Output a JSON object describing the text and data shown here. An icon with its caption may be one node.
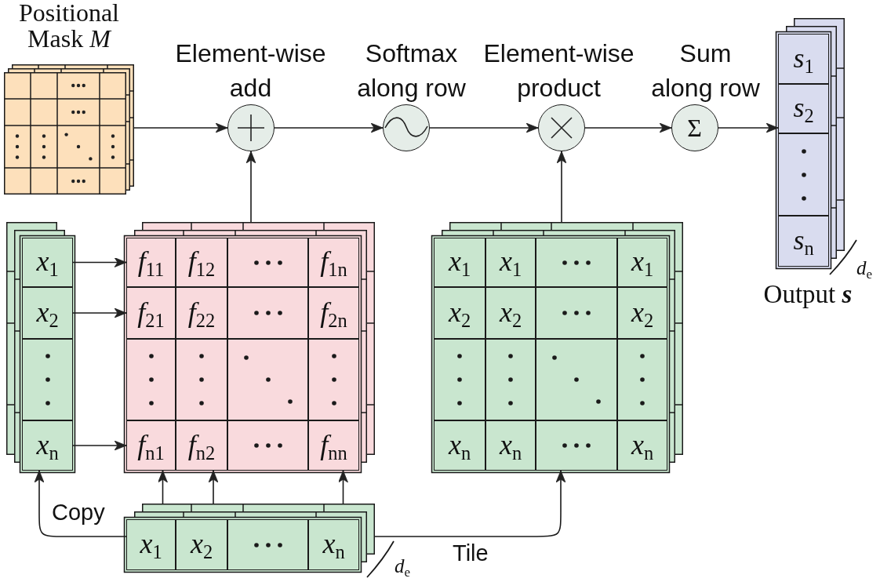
{
  "diagram": {
    "nodes": [
      {
        "text": [
          "Positional Mask *M*"
        ]
      },
      {
        "text": [
          "Element-wise add"
        ]
      },
      {
        "text": [
          "Softmax along row"
        ]
      },
      {
        "text": [
          "Element-wise product"
        ]
      },
      {
        "text": [
          "Sum along row",
          "Σ"
        ]
      },
      {
        "text": [
          "Output **s**"
        ],
        "beside": [
          "*d*$_{e}$"
        ]
      },
      {
        "text": [
          "*s*$_{1}$"
        ],
        "in": 5
      },
      {
        "text": [
          "*s*$_{2}$"
        ],
        "in": 5
      },
      {
        "text": [],
        "shape": "box",
        "in": 5
      },
      {
        "text": [
          "*s*$_{n}$"
        ],
        "in": 5
      },
      {
        "text": [],
        "shape": "box"
      },
      {
        "text": [
          "*x*$_{1}$"
        ],
        "in": 10
      },
      {
        "text": [
          "*x*$_{2}$"
        ],
        "in": 10
      },
      {
        "text": [],
        "shape": "box",
        "in": 10
      },
      {
        "text": [
          "*x*$_{n}$"
        ],
        "in": 10
      },
      {
        "text": [],
        "shape": "box"
      },
      {
        "text": [
          "*f*$_{11}$"
        ],
        "in": 15
      },
      {
        "text": [
          "*f*$_{12}$"
        ],
        "in": 15
      },
      {
        "text": [],
        "shape": "box",
        "in": 15
      },
      {
        "text": [
          "*f*$_{1n}$"
        ],
        "in": 15
      },
      {
        "text": [
          "*f*$_{21}$"
        ],
        "in": 15
      },
      {
        "text": [
          "*f*$_{22}$"
        ],
        "in": 15
      },
      {
        "text": [],
        "shape": "box",
        "in": 15
      },
      {
        "text": [
          "*f*$_{2n}$"
        ],
        "in": 15
      },
      {
        "text": [],
        "shape": "box",
        "in": 15
      },
      {
        "text": [],
        "shape": "box",
        "in": 15
      },
      {
        "text": [],
        "shape": "box",
        "in": 15
      },
      {
        "text": [],
        "shape": "box",
        "in": 15
      },
      {
        "text": [
          "*f*$_{n1}$"
        ],
        "in": 15
      },
      {
        "text": [
          "*f*$_{n2}$"
        ],
        "in": 15
      },
      {
        "text": [],
        "shape": "box",
        "in": 15
      },
      {
        "text": [
          "*f*$_{nn}$"
        ],
        "in": 15
      },
      {
        "text": [],
        "shape": "box"
      },
      {
        "text": [
          "*x*$_{1}$"
        ],
        "in": 32
      },
      {
        "text": [
          "*x*$_{1}$"
        ],
        "in": 32
      },
      {
        "text": [],
        "shape": "box",
        "in": 32
      },
      {
        "text": [
          "*x*$_{1}$"
        ],
        "in": 32
      },
      {
        "text": [
          "*x*$_{2}$"
        ],
        "in": 32
      },
      {
        "text": [
          "*x*$_{2}$"
        ],
        "in": 32
      },
      {
        "text": [],
        "shape": "box",
        "in": 32
      },
      {
        "text": [
          "*x*$_{2}$"
        ],
        "in": 32
      },
      {
        "text": [],
        "shape": "box",
        "in": 32
      },
      {
        "text": [],
        "shape": "box",
        "in": 32
      },
      {
        "text": [],
        "shape": "box",
        "in": 32
      },
      {
        "text": [],
        "shape": "box",
        "in": 32
      },
      {
        "text": [
          "*x*$_{n}$"
        ],
        "in": 32
      },
      {
        "text": [
          "*x*$_{n}$"
        ],
        "in": 32
      },
      {
        "text": [],
        "shape": "box",
        "in": 32
      },
      {
        "text": [
          "*x*$_{n}$"
        ],
        "in": 32
      },
      {
        "text": [],
        "shape": "box",
        "beside": [
          "*d*$_{e}$"
        ]
      },
      {
        "text": [
          "*x*$_{1}$"
        ],
        "in": 49
      },
      {
        "text": [
          "*x*$_{2}$"
        ],
        "in": 49
      },
      {
        "text": [],
        "shape": "box",
        "in": 49
      },
      {
        "text": [
          "*x*$_{n}$"
        ],
        "in": 49
      }
    ],
    "edges": [
      {
        "from": 0,
        "to": 1,
        "arrow": "to"
      },
      {
        "from": 1,
        "to": 2,
        "arrow": "to"
      },
      {
        "from": 2,
        "to": 3,
        "arrow": "to"
      },
      {
        "from": 3,
        "to": 4,
        "arrow": "to"
      },
      {
        "from": 4,
        "to": 5,
        "arrow": "to"
      },
      {
        "from": 15,
        "to": 1,
        "arrow": "to"
      },
      {
        "from": 32,
        "to": 3,
        "arrow": "to"
      },
      {
        "from": 11,
        "to": 16,
        "arrow": "to"
      },
      {
        "from": 12,
        "to": 20,
        "arrow": "to"
      },
      {
        "from": 14,
        "to": 28,
        "arrow": "to"
      },
      {
        "from": 50,
        "to": 28,
        "arrow": "to"
      },
      {
        "from": 51,
        "to": 29,
        "arrow": "to"
      },
      {
        "from": 53,
        "to": 31,
        "arrow": "to"
      },
      {
        "from": 49,
        "to": 14,
        "arrow": "to",
        "label": "Copy"
      },
      {
        "from": 49,
        "to": 32,
        "arrow": "to",
        "label": "Tile"
      }
    ]
  }
}
